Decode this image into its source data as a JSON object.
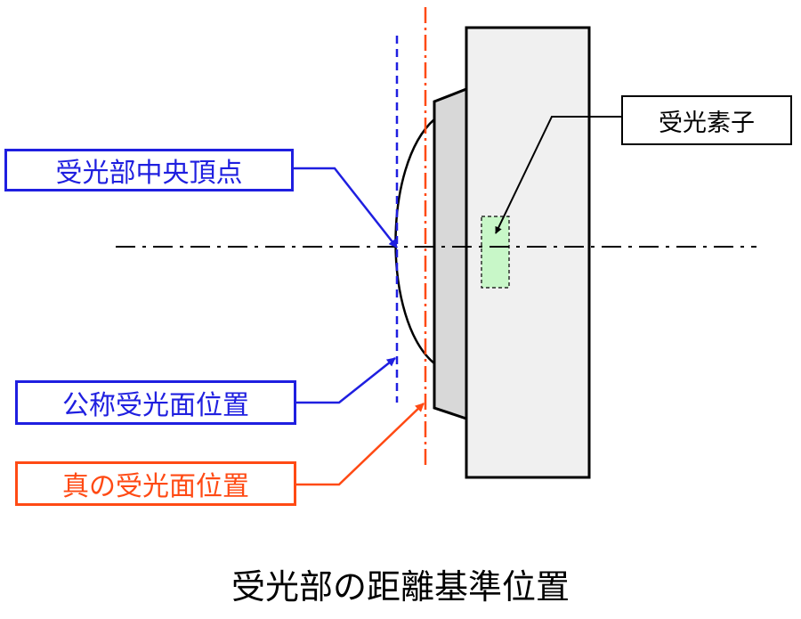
{
  "labels": {
    "vertex": "受光部中央頂点",
    "nominal_surface": "公称受光面位置",
    "true_surface": "真の受光面位置",
    "element": "受光素子"
  },
  "caption": "受光部の距離基準位置",
  "colors": {
    "blue": "#1f1fe0",
    "red": "#ff4a14",
    "element_fill": "#c8f7c8",
    "body_fill": "#f0f0f0",
    "lens_fill": "#d8d8d8"
  }
}
